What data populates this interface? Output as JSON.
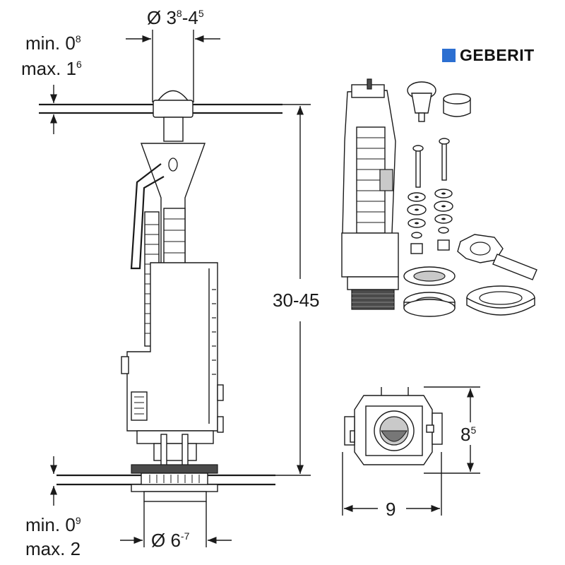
{
  "brand": {
    "name": "GEBERIT",
    "accent_color": "#2c6fd1"
  },
  "dimensions": {
    "top_min_label": "min. 0",
    "top_min_sup": "8",
    "top_max_label": "max. 1",
    "top_max_sup": "6",
    "top_diameter_label": "Ø 3",
    "top_diameter_sup1": "8",
    "top_diameter_dash": "-4",
    "top_diameter_sup2": "5",
    "height_range": "30-45",
    "bottom_min_label": "min. 0",
    "bottom_min_sup": "9",
    "bottom_max_label": "max. 2",
    "bottom_diameter_label": "Ø 6",
    "bottom_diameter_sup": "-7",
    "top_view_width": "9",
    "top_view_height": "8",
    "top_view_height_sup": "5"
  }
}
